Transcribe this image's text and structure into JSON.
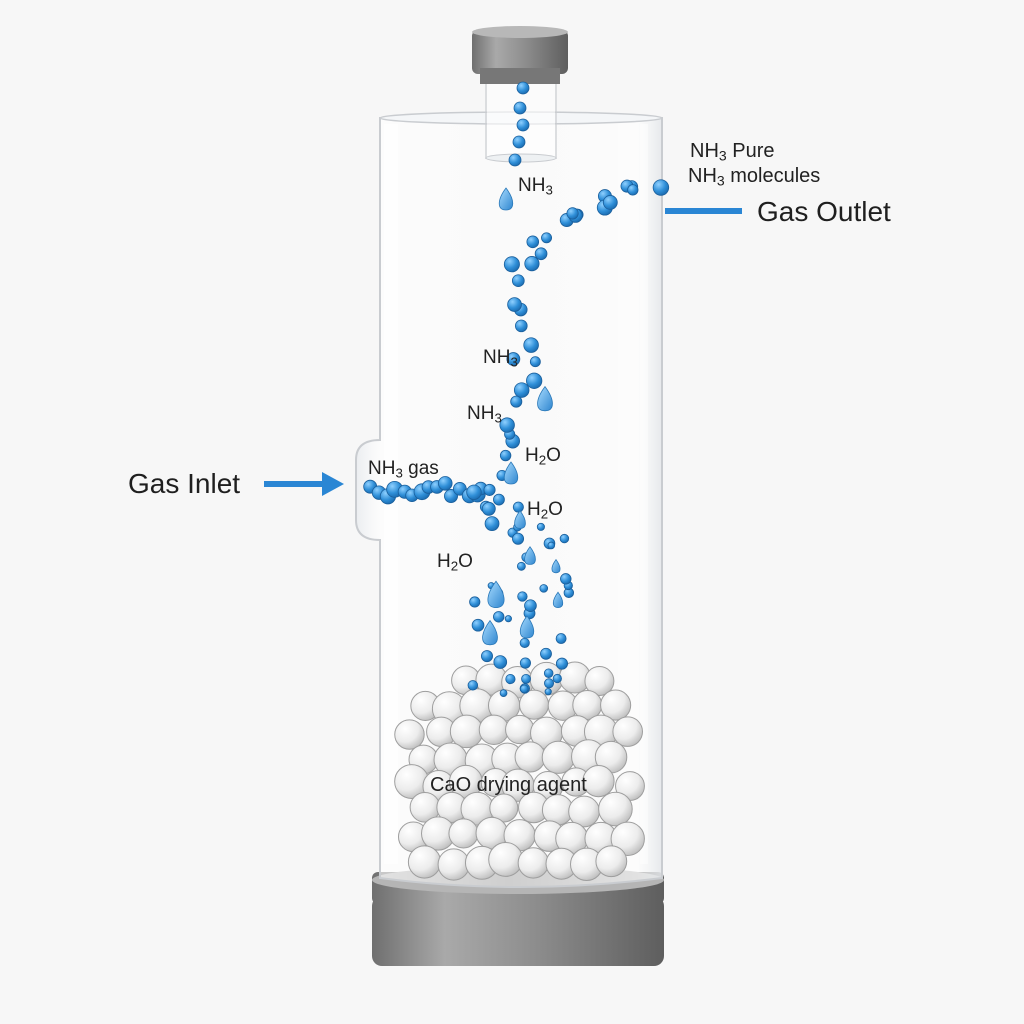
{
  "labels": {
    "gas_inlet": "Gas Inlet",
    "gas_outlet": "Gas Outlet",
    "nh3_gas": {
      "main": "NH",
      "sub": "3",
      "rest": " gas"
    },
    "nh3_top": {
      "main": "NH",
      "sub": "3"
    },
    "nh3_mid1": {
      "main": "NH",
      "sub": "3"
    },
    "nh3_mid2": {
      "main": "NH",
      "sub": "3"
    },
    "nh3_pure": {
      "main": "NH",
      "sub": "3",
      "rest": " Pure"
    },
    "nh3_molecules": {
      "main": "NH",
      "sub": "3",
      "rest": " molecules"
    },
    "h2o_1": {
      "main": "H",
      "sub": "2",
      "rest": "O"
    },
    "h2o_2": {
      "main": "H",
      "sub": "2",
      "rest": "O"
    },
    "h2o_3": {
      "main": "H",
      "sub": "2",
      "rest": "O"
    },
    "drying_agent": "CaO drying agent"
  },
  "colors": {
    "molecule_blue": "#2f8fd8",
    "arrow_blue": "#2a86d4",
    "cap_gray": "#8a8a8a",
    "bead_white": "#f3f3f3",
    "glass_edge": "#c9ccd0"
  }
}
